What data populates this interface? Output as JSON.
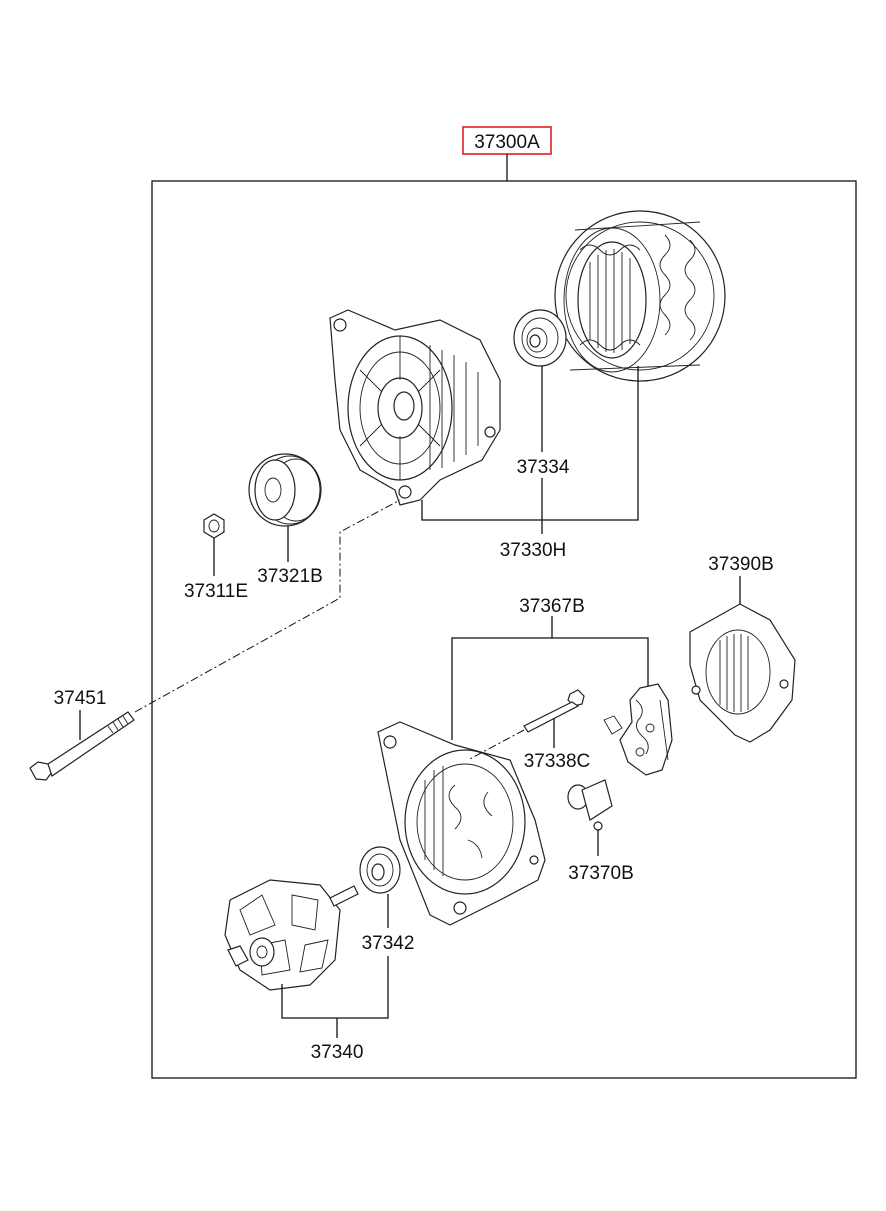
{
  "assembly": {
    "label": "37300A",
    "highlight_color": "#e02020"
  },
  "callouts": {
    "c37334": "37334",
    "c37330h": "37330H",
    "c37321b": "37321B",
    "c37311e": "37311E",
    "c37451": "37451",
    "c37367b": "37367B",
    "c37390b": "37390B",
    "c37338c": "37338C",
    "c37370b": "37370B",
    "c37342": "37342",
    "c37340": "37340"
  }
}
